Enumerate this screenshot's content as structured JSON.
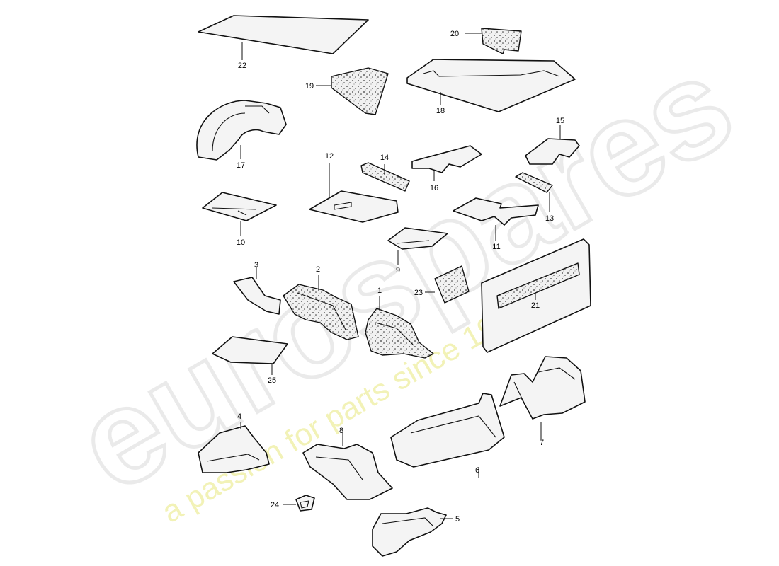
{
  "watermark": {
    "brand": "eurospares",
    "tagline": "a passion for parts since 1985"
  },
  "colors": {
    "line": "#111111",
    "part_fill": "#f4f4f4",
    "watermark_logo": "#d9d9d9",
    "watermark_tagline": "#eeeea0"
  },
  "callouts": [
    "1",
    "2",
    "3",
    "4",
    "5",
    "6",
    "7",
    "8",
    "9",
    "10",
    "11",
    "12",
    "13",
    "14",
    "15",
    "16",
    "17",
    "18",
    "19",
    "20",
    "21",
    "22",
    "23",
    "24",
    "25"
  ]
}
